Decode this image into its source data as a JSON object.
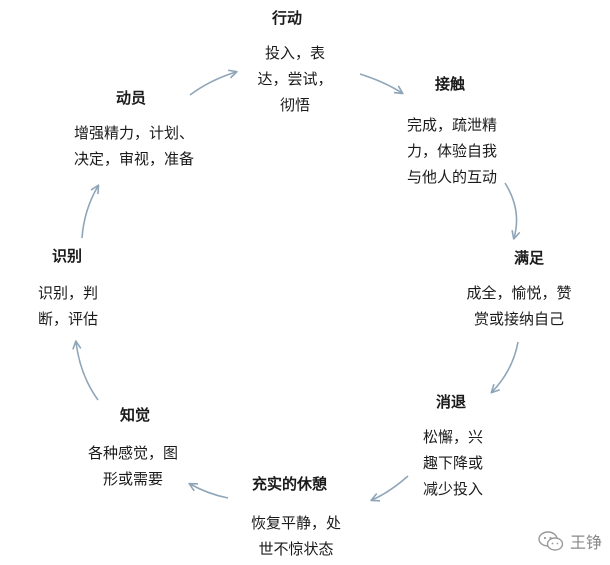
{
  "stages": [
    {
      "id": "action",
      "title": "行动",
      "lines": [
        "投入，表",
        "达，尝试，",
        "彻悟"
      ]
    },
    {
      "id": "contact",
      "title": "接触",
      "lines": [
        "完成，疏泄精",
        "力，体验自我",
        "与他人的互动"
      ]
    },
    {
      "id": "satisfaction",
      "title": "满足",
      "lines": [
        "成全，愉悦，赞",
        "赏或接纳自己"
      ]
    },
    {
      "id": "withdrawal",
      "title": "消退",
      "lines": [
        "松懈，兴",
        "趣下降或",
        "减少投入"
      ]
    },
    {
      "id": "rest",
      "title": "充实的休憩",
      "lines": [
        "恢复平静，处",
        "世不惊状态"
      ]
    },
    {
      "id": "sensation",
      "title": "知觉",
      "lines": [
        "各种感觉，图",
        "形或需要"
      ]
    },
    {
      "id": "awareness",
      "title": "识别",
      "lines": [
        "识别，判",
        "断，评估"
      ]
    },
    {
      "id": "mobilization",
      "title": "动员",
      "lines": [
        "增强精力，计划、",
        "决定，审视，准备"
      ]
    }
  ],
  "watermark": {
    "icon": "wechat-icon",
    "text": "王铮"
  },
  "colors": {
    "text": "#1a1a1a",
    "arrow": "#8fa5b8",
    "watermark": "#8a8a8a"
  }
}
